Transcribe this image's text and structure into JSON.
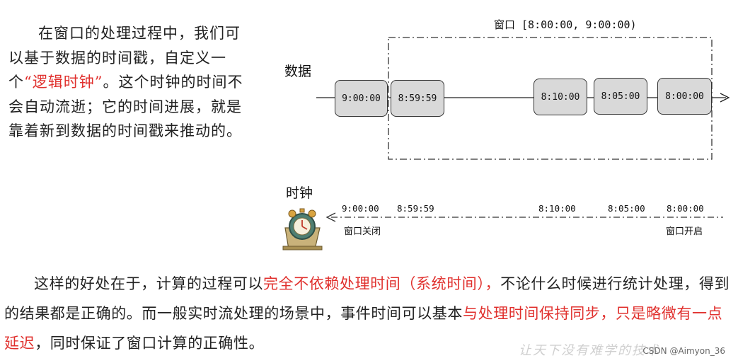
{
  "left_text": {
    "part1": "在窗口的处理过程中，我们可以基于数据的时间戳，自定义一个",
    "highlight": "“逻辑时钟”",
    "part2": "。这个时钟的时间不会自动流逝；它的时间进展，就是靠着新到数据的时间戳来推动的。"
  },
  "diagram": {
    "window_label": "窗口 [8:00:00, 9:00:00)",
    "data_label": "数据",
    "clock_label": "时钟",
    "data_boxes": [
      "9:00:00",
      "8:59:59",
      "8:10:00",
      "8:05:00",
      "8:00:00"
    ],
    "clock_ticks": [
      "9:00:00",
      "8:59:59",
      "8:10:00",
      "8:05:00",
      "8:00:00"
    ],
    "window_close": "窗口关闭",
    "window_open": "窗口开启",
    "clock_icon": "alarm-clock-icon"
  },
  "bottom_text": {
    "p1": "这样的好处在于，计算的过程可以",
    "red1": "完全不依赖处理时间（系统时间），",
    "p2": "不论什么时候进行统计处理，得到的结果都是正确的。而一般实时流处理的场景中，事件时间可以基本",
    "red2": "与处理时间保持同步，只是略微有一点延迟",
    "p3": "，同时保证了窗口计算的正确性。"
  },
  "watermark": {
    "brush_text": "让天下没有难学的技术",
    "text": "CSDN @Aimyon_36"
  },
  "colors": {
    "highlight": "#e0302d",
    "box_fill": "#d9d9d9"
  }
}
